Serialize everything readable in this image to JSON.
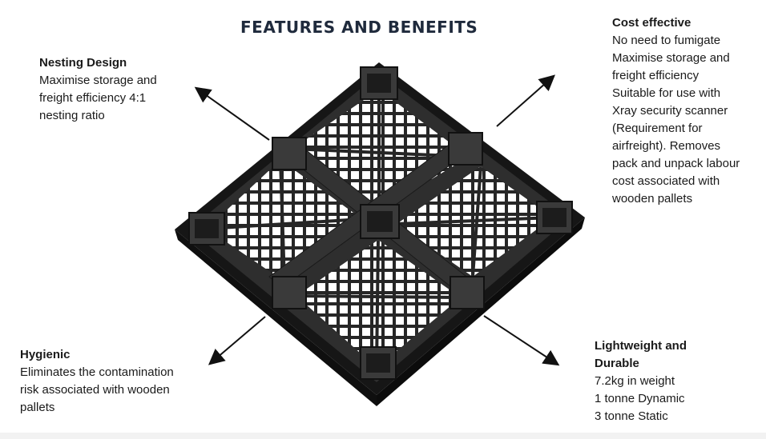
{
  "title": "FEATURES AND BENEFITS",
  "features": {
    "nesting": {
      "heading": "Nesting Design",
      "lines": [
        "Maximise storage and",
        "freight efficiency  4:1",
        "nesting ratio"
      ]
    },
    "cost": {
      "heading": "Cost  effective",
      "lines": [
        "No need to fumigate",
        "Maximise  storage  and",
        "freight  efficiency",
        "Suitable  for  use with",
        "Xray security  scanner",
        "(Requirement   for",
        "airfreight). Removes",
        "pack and unpack  labour",
        "cost  associated  with",
        "wooden  pallets"
      ]
    },
    "hygienic": {
      "heading": "Hygienic",
      "lines": [
        "Eliminates the contamination",
        "risk associated  with wooden",
        "pallets"
      ]
    },
    "lightweight": {
      "heading_lines": [
        "Lightweight  and",
        "Durable"
      ],
      "lines": [
        "7.2kg  in weight",
        "1 tonne Dynamic",
        "3 tonne Static"
      ]
    }
  },
  "colors": {
    "pallet": "#2b2b2b",
    "pallet_dark": "#151515",
    "title": "#1f2a3c",
    "text": "#1a1a1a"
  },
  "image": {
    "subject": "pallet-illustration"
  }
}
